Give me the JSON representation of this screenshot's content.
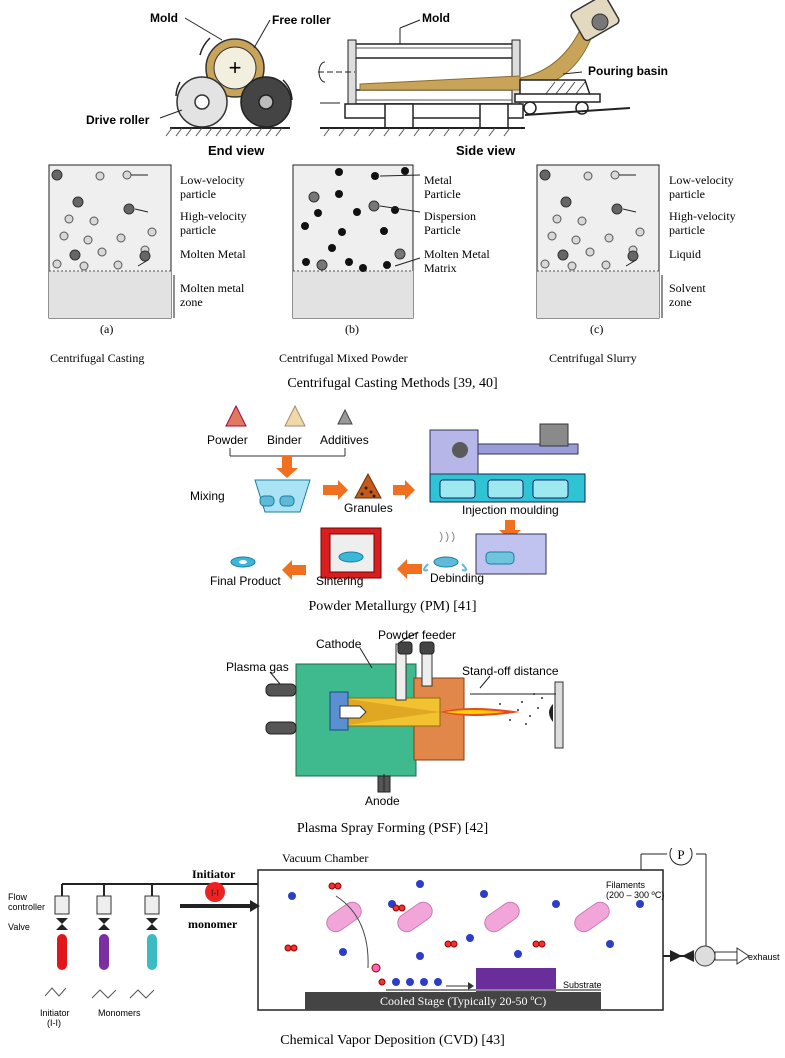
{
  "section1": {
    "end_view": {
      "mold": "Mold",
      "free_roller": "Free roller",
      "drive_roller": "Drive roller",
      "title": "End view"
    },
    "side_view": {
      "mold": "Mold",
      "pouring_basin": "Pouring basin",
      "title": "Side view"
    },
    "panels": [
      {
        "letter": "(a)",
        "name": "Centrifugal Casting",
        "label1": "Low-velocity",
        "label1b": "particle",
        "label2": "High-velocity",
        "label2b": "particle",
        "label3": "Molten Metal",
        "label3b": "",
        "zone1": "Molten metal",
        "zone2": "zone"
      },
      {
        "letter": "(b)",
        "name": "Centrifugal Mixed Powder",
        "label1": "Metal",
        "label1b": "Particle",
        "label2": "Dispersion",
        "label2b": "Particle",
        "label3": "Molten Metal",
        "label3b": "Matrix",
        "zone1": "",
        "zone2": ""
      },
      {
        "letter": "(c)",
        "name": "Centrifugal Slurry",
        "label1": "Low-velocity",
        "label1b": "particle",
        "label2": "High-velocity",
        "label2b": "particle",
        "label3": "Liquid",
        "label3b": "",
        "zone1": "Solvent",
        "zone2": "zone"
      }
    ],
    "caption": "Centrifugal Casting Methods [39, 40]"
  },
  "section2": {
    "powder": "Powder",
    "binder": "Binder",
    "additives": "Additives",
    "mixing": "Mixing",
    "granules": "Granules",
    "injection": "Injection moulding",
    "debinding": "Debinding",
    "sintering": "Sintering",
    "final": "Final Product",
    "caption": "Powder Metallurgy (PM)  [41]"
  },
  "section3": {
    "powder_feeder": "Powder feeder",
    "cathode": "Cathode",
    "plasma_gas": "Plasma gas",
    "standoff": "Stand-off distance",
    "anode": "Anode",
    "caption": "Plasma Spray Forming (PSF) [42]"
  },
  "section4": {
    "vacuum_chamber": "Vacuum Chamber",
    "initiator": "Initiator",
    "initiator_badge": "I-I",
    "monomer": "monomer",
    "flow_controller1": "Flow",
    "flow_controller2": "controller",
    "valve": "Valve",
    "filaments1": "Filaments",
    "filaments2": "(200 – 300 ºC)",
    "substrate": "Substrate",
    "stage": "Cooled Stage (Typically 20-50 ºC)",
    "pump_label": "P",
    "exhaust": "exhaust",
    "initiator_label1": "Initiator",
    "initiator_label2": "(I-I)",
    "monomers": "Monomers",
    "caption": "Chemical Vapor Deposition (CVD) [43]"
  }
}
